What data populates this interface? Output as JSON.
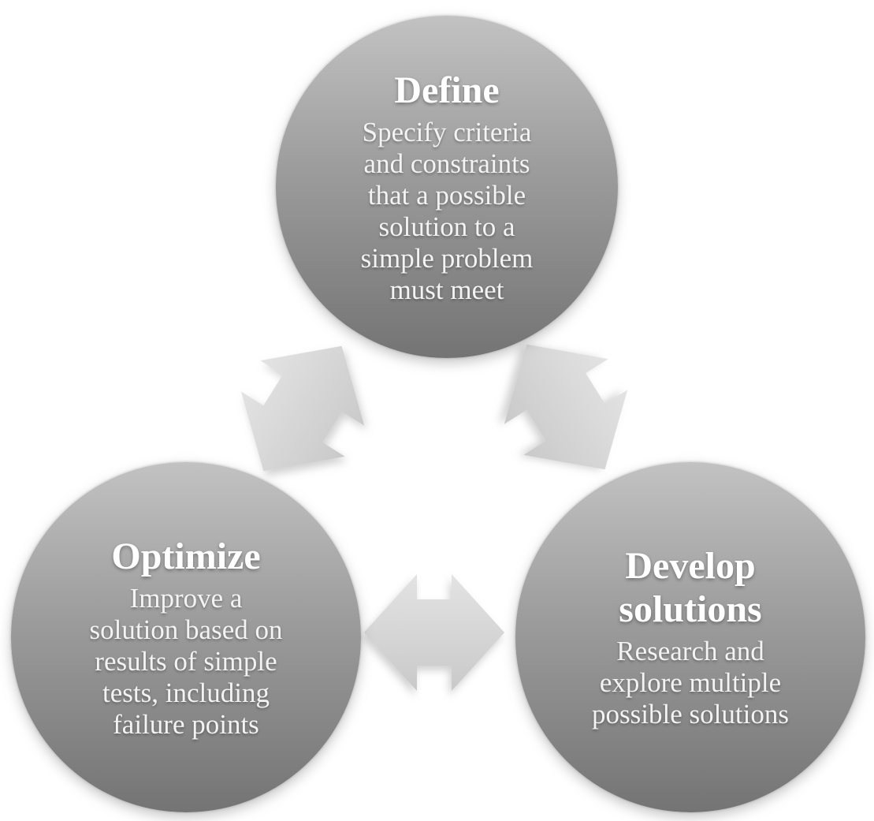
{
  "diagram": {
    "type": "cycle",
    "background": "#ffffff",
    "nodes": [
      {
        "id": "define",
        "title": "Define",
        "lines": [
          "Specify criteria",
          "and constraints",
          "that a possible",
          "solution to a",
          "simple problem",
          "must meet"
        ]
      },
      {
        "id": "optimize",
        "title": "Optimize",
        "lines": [
          "Improve a",
          "solution based on",
          "results of simple",
          "tests, including",
          "failure points"
        ]
      },
      {
        "id": "develop-solutions",
        "title": "Develop solutions",
        "lines": [
          "Research and",
          "explore multiple",
          "possible solutions"
        ]
      }
    ],
    "connectors": [
      {
        "from": "Define",
        "to": "Optimize",
        "style": "double-headed-arrow"
      },
      {
        "from": "Define",
        "to": "Develop solutions",
        "style": "double-headed-arrow"
      },
      {
        "from": "Optimize",
        "to": "Develop solutions",
        "style": "double-headed-arrow"
      }
    ],
    "colors": {
      "circle_gradient_top": "#c2c2c2",
      "circle_gradient_bottom": "#747474",
      "arrow_gradient_top": "#e3e3e3",
      "arrow_gradient_bottom": "#c9c9c9",
      "text": "#ffffff"
    }
  }
}
